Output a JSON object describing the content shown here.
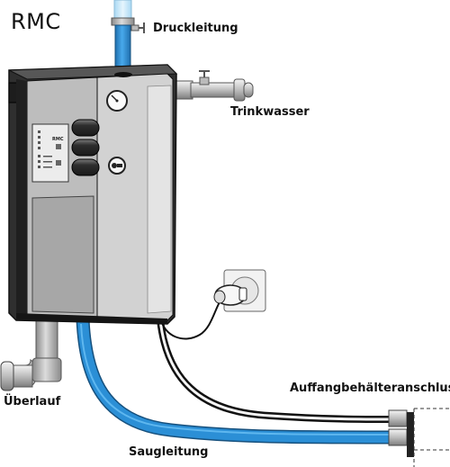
{
  "title": "RMC",
  "labels": {
    "druckleitung": "Druckleitung",
    "trinkwasser": "Trinkwasser",
    "ueberlauf": "Überlauf",
    "auffang": "Auffangbehälteranschluss",
    "saugleitung": "Saugleitung"
  },
  "panel": {
    "brand": "RMC"
  },
  "colors": {
    "water_pipe": "#2b8fd6",
    "water_pipe_edge": "#1a5f96",
    "housing_dark": "#3a3a3a",
    "housing_light": "#c9c9c9",
    "pipe_metal": "#cfcfcf"
  }
}
